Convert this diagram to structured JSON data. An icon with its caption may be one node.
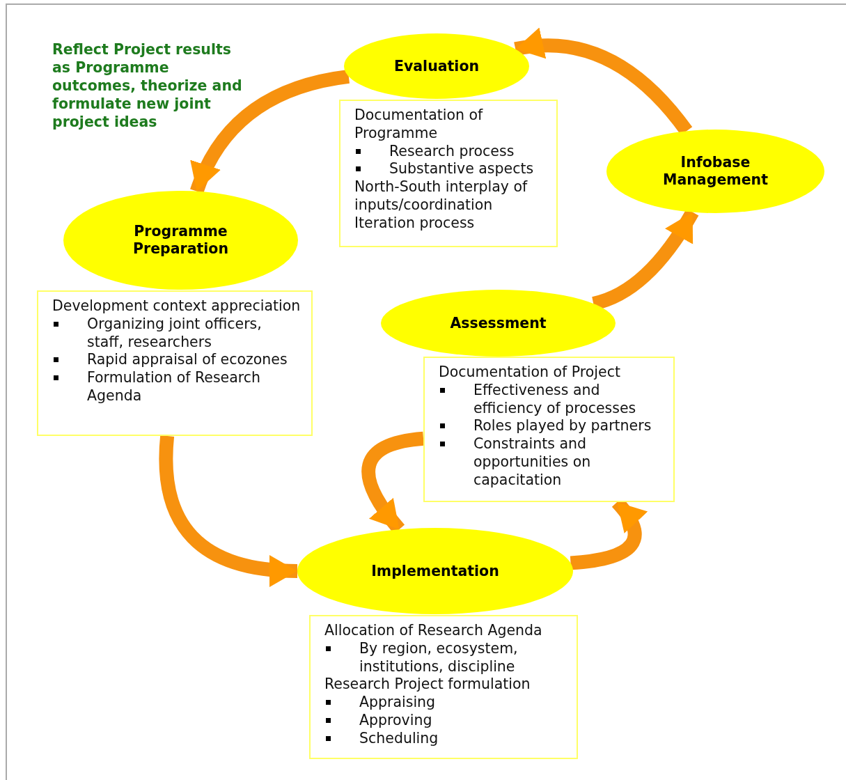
{
  "diagram": {
    "nodes": [
      {
        "text": [
          "Evaluation"
        ]
      },
      {
        "text": [
          "Documentation of Programme",
          "Research process",
          "Substantive aspects",
          "North-South interplay of inputs/coordination",
          "Iteration process"
        ]
      },
      {
        "text": [
          "Infobase Management"
        ]
      },
      {
        "text": [
          "Assessment"
        ]
      },
      {
        "text": [
          "Documentation of Project",
          "Effectiveness and efficiency of processes",
          "Roles played by partners",
          "Constraints and opportunities on capacitation"
        ]
      },
      {
        "text": [
          "Programme Preparation"
        ]
      },
      {
        "text": [
          "Development context appreciation",
          "Organizing joint officers, staff, researchers",
          "Rapid appraisal of ecozones",
          "Formulation of Research Agenda"
        ]
      },
      {
        "text": [
          "Implementation"
        ]
      },
      {
        "text": [
          "Allocation of Research Agenda",
          "By region, ecosystem, institutions, discipline",
          "Research Project formulation",
          "Appraising",
          "Approving",
          "Scheduling"
        ]
      }
    ],
    "edges": [
      {
        "from": 0,
        "to": 5,
        "arrow": "to"
      },
      {
        "from": 6,
        "to": 7,
        "arrow": "to"
      },
      {
        "from": 4,
        "to": 7,
        "arrow": "to"
      },
      {
        "from": 7,
        "to": 4,
        "arrow": "to"
      },
      {
        "from": 3,
        "to": 2,
        "arrow": "to"
      },
      {
        "from": 2,
        "to": 0,
        "arrow": "to"
      }
    ],
    "labels": [
      "Reflect Project results as Programme outcomes, theorize and formulate new joint project ideas"
    ]
  }
}
